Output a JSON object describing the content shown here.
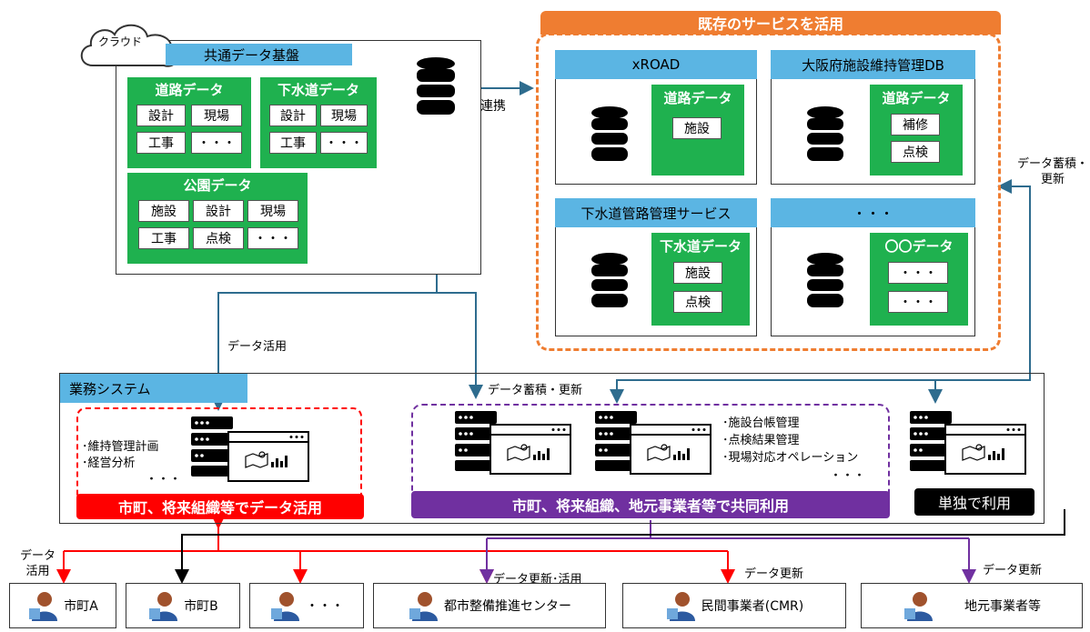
{
  "cloud": {
    "label": "クラウド",
    "title": "共通データ基盤",
    "road": {
      "title": "道路データ",
      "cells": [
        "設計",
        "現場",
        "工事",
        "・・・"
      ]
    },
    "sewer": {
      "title": "下水道データ",
      "cells": [
        "設計",
        "現場",
        "工事",
        "・・・"
      ]
    },
    "park": {
      "title": "公園データ",
      "cells": [
        "施設",
        "設計",
        "現場",
        "工事",
        "点検",
        "・・・"
      ]
    }
  },
  "link_label": "連携",
  "existing": {
    "title": "既存のサービスを活用",
    "services": [
      {
        "name": "xROAD",
        "data_title": "道路データ",
        "cells": [
          "施設"
        ]
      },
      {
        "name": "大阪府施設維持管理DB",
        "data_title": "道路データ",
        "cells": [
          "補修",
          "点検"
        ]
      },
      {
        "name": "下水道管路管理サービス",
        "data_title": "下水道データ",
        "cells": [
          "施設",
          "点検"
        ]
      },
      {
        "name": "・・・",
        "data_title": "〇〇データ",
        "cells": [
          "・・・",
          "・・・"
        ]
      }
    ]
  },
  "right_label": {
    "line1": "データ蓄積・",
    "line2": "更新"
  },
  "data_use_label": "データ活用",
  "data_store_label": "データ蓄積・更新",
  "business": {
    "title": "業務システム",
    "left_items": [
      "･維持管理計画",
      "･経営分析",
      "・・・"
    ],
    "mid_items": [
      "･施設台帳管理",
      "･点検結果管理",
      "･現場対応オペレーション",
      "・・・"
    ],
    "banner_left": "市町、将来組織等でデータ活用",
    "banner_mid": "市町、将来組織、地元事業者等で共同利用",
    "banner_right": "単独で利用"
  },
  "bottom_labels": {
    "data_use_line1": "データ",
    "data_use_line2": "活用",
    "update_use": "データ更新･活用",
    "update1": "データ更新",
    "update2": "データ更新"
  },
  "users": [
    "市町A",
    "市町B",
    "・・・",
    "都市整備推進センター",
    "民間事業者(CMR)",
    "地元事業者等"
  ],
  "colors": {
    "blue_head": "#5bb5e3",
    "green": "#1fb14f",
    "orange": "#ef7d31",
    "purple": "#7030a0",
    "red": "#ff0000",
    "arrow_blue": "#2e6c8e"
  },
  "icons": {
    "database": "database-icon",
    "server": "server-icon",
    "map_window": "map-window-icon",
    "user": "user-icon",
    "cloud": "cloud-icon"
  }
}
